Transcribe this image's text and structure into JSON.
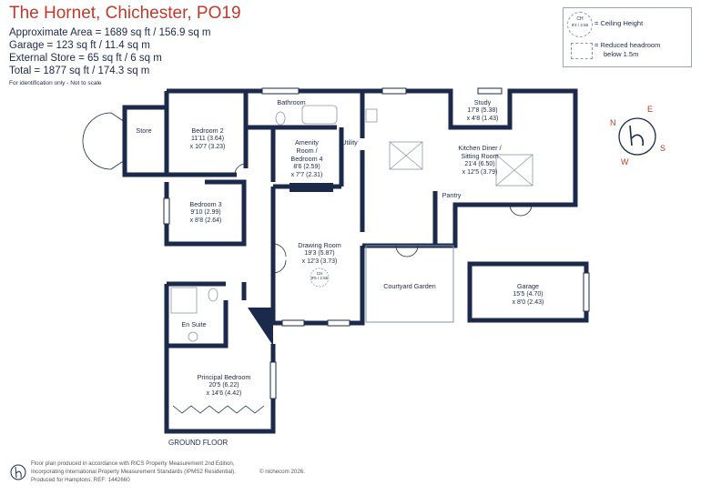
{
  "header": {
    "title": "The Hornet, Chichester, PO19",
    "lines": [
      "Approximate Area = 1689 sq ft / 156.9 sq m",
      "Garage = 123 sq ft / 11.4 sq m",
      "External Store = 65 sq ft / 6 sq m",
      "Total = 1877 sq ft / 174.3 sq m"
    ],
    "note": "For identification only - Not to scale"
  },
  "legend": {
    "ch_label": "CH",
    "ch_value": "8'4 / 2.55",
    "ceiling_height": "= Ceiling Height",
    "reduced_line1": "= Reduced headroom",
    "reduced_line2": "below 1.5m"
  },
  "rooms": {
    "store": {
      "name": "Store"
    },
    "bedroom2": {
      "name": "Bedroom 2",
      "dim1": "11'11 (3.64)",
      "dim2": "x 10'7 (3.23)"
    },
    "bathroom": {
      "name": "Bathroom"
    },
    "amenity": {
      "name1": "Amenity",
      "name2": "Room /",
      "name3": "Bedroom 4",
      "dim1": "8'6 (2.59)",
      "dim2": "x 7'7 (2.31)"
    },
    "utility": {
      "name": "Utility"
    },
    "study": {
      "name": "Study",
      "dim1": "17'8 (5.38)",
      "dim2": "x 4'8 (1.43)"
    },
    "kitchen": {
      "name1": "Kitchen Diner /",
      "name2": "Sitting Room",
      "dim1": "21'4 (6.50)",
      "dim2": "x 12'5 (3.79)"
    },
    "pantry": {
      "name": "Pantry"
    },
    "bedroom3": {
      "name": "Bedroom 3",
      "dim1": "9'10 (2.99)",
      "dim2": "x 8'8 (2.64)"
    },
    "drawing": {
      "name": "Drawing Room",
      "dim1": "19'3 (5.87)",
      "dim2": "x 12'3 (3.73)",
      "ch_label": "CH",
      "ch_value": "8'6 / 2.55"
    },
    "courtyard": {
      "name": "Courtyard Garden"
    },
    "garage": {
      "name": "Garage",
      "dim1": "15'5 (4.70)",
      "dim2": "x 8'0 (2.43)"
    },
    "ensuite": {
      "name": "En Suite"
    },
    "principal": {
      "name": "Principal Bedroom",
      "dim1": "20'5 (6.22)",
      "dim2": "x 14'6 (4.42)"
    }
  },
  "floor_label": "GROUND FLOOR",
  "compass": {
    "n": "N",
    "e": "E",
    "s": "S",
    "w": "W"
  },
  "footer": {
    "line1": "Floor plan produced in accordance with RICS Property Measurement 2nd Edition,",
    "line2": "Incorporating International Property Measurement Standards (IPMS2 Residential).",
    "copyright": "© nichecom 2026.",
    "line3": "Produced for Hamptons.   REF:  1442660"
  },
  "colors": {
    "wall": "#1b2a4a",
    "accent": "#c0392b",
    "fixture": "#8a94a8"
  }
}
